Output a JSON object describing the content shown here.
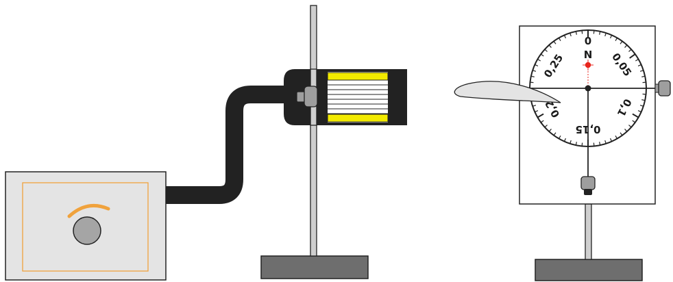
{
  "scale_labels": {
    "zero": "0",
    "north": "N",
    "p05": "0,05",
    "p1": "0,1",
    "p15": "0,15",
    "p2": "0,2",
    "p25": "0,25"
  },
  "colors": {
    "coil_winding": "#f2ea00",
    "north_pointer": "#e8241c",
    "box_outline": "#f0a23c",
    "knob_arc": "#f0a23c",
    "dark": "#222222"
  },
  "icons": {
    "box_knob": "knob-icon",
    "clamp": "clamp-icon",
    "side_screw": "screw-icon",
    "bottom_screw": "screw-icon"
  }
}
